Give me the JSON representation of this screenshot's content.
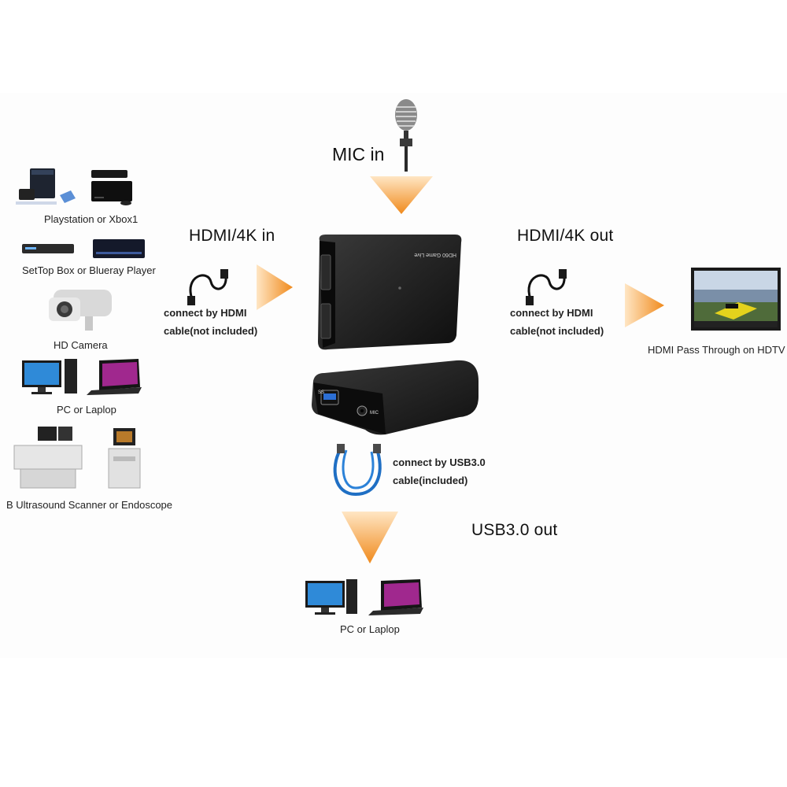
{
  "labels": {
    "mic_in": "MIC in",
    "hdmi_in": "HDMI/4K in",
    "hdmi_out": "HDMI/4K out",
    "usb_out": "USB3.0 out"
  },
  "sources": [
    "Playstation or Xbox1",
    "SetTop Box or Blueray Player",
    "HD Camera",
    "PC or Laplop",
    "B Ultrasound Scanner or Endoscope"
  ],
  "notes": {
    "hdmi_in_cable": [
      "connect by HDMI",
      "cable(not included)"
    ],
    "hdmi_out_cable": [
      "connect by HDMI",
      "cable(not included)"
    ],
    "usb_cable": [
      "connect by USB3.0",
      "cable(included)"
    ]
  },
  "outputs": {
    "tv": "HDMI Pass Through on HDTV",
    "pc": "PC or Laplop"
  },
  "device": {
    "brand_text": "HD60 Game Live",
    "usb_port_text": "SS",
    "mic_port_text": "MIC"
  },
  "colors": {
    "arrow": "#f08a1c",
    "device": "#1b1b1b",
    "usb_cable": "#1f6fc4"
  }
}
